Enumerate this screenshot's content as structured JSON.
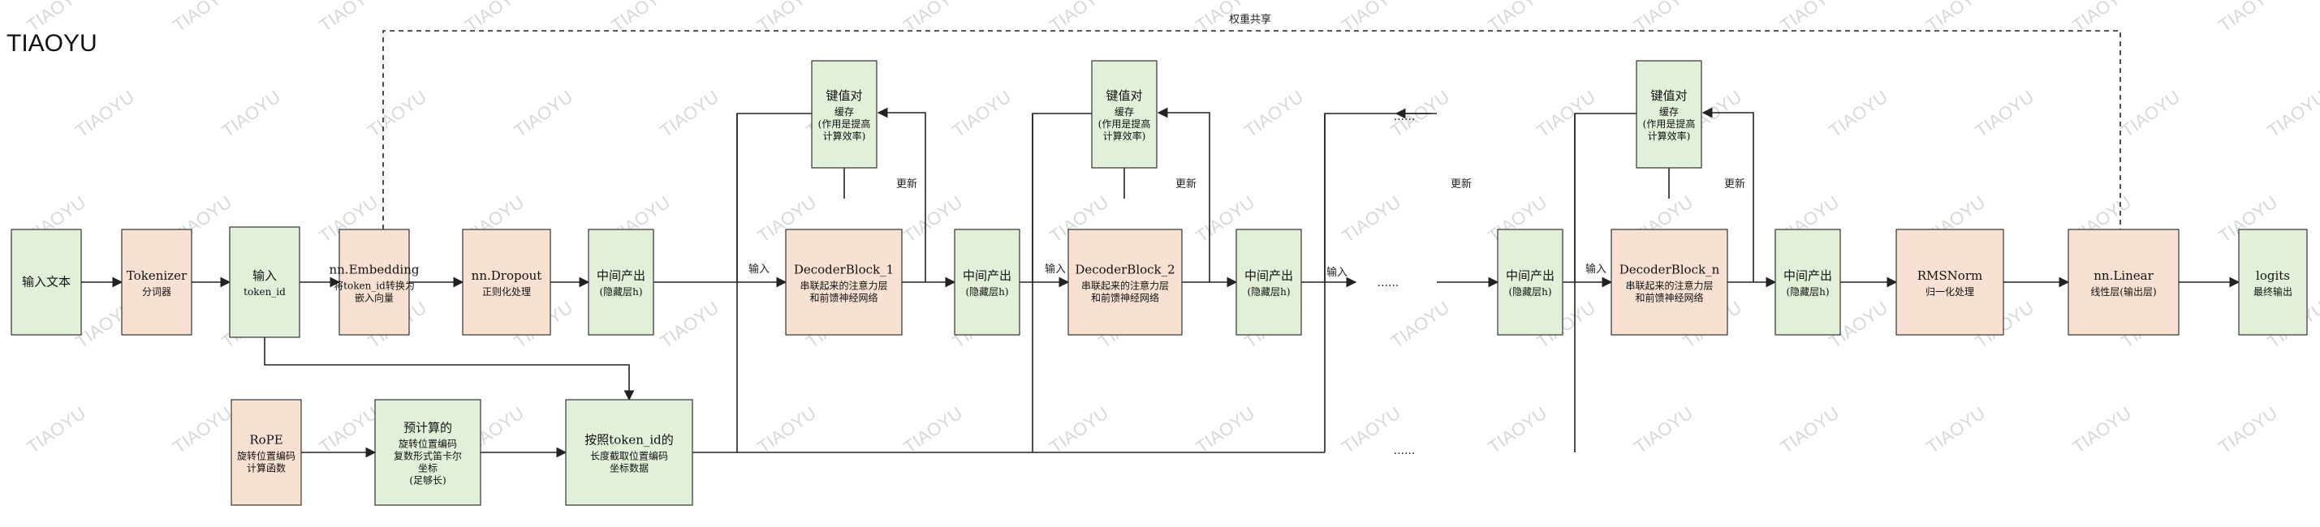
{
  "brand": "TIAOYU",
  "watermark": "TIAOYU",
  "colors": {
    "green_fill": "#E2F0DA",
    "orange_fill": "#F8E1D2",
    "stroke": "#333333",
    "line": "#222222",
    "watermark": "#D8D8D8"
  },
  "nodes": [
    {
      "id": "input_text",
      "fill": "green",
      "lines": [
        "输入文本"
      ]
    },
    {
      "id": "tokenizer",
      "fill": "orange",
      "lines": [
        "Tokenizer",
        "分词器"
      ]
    },
    {
      "id": "input_token",
      "fill": "green",
      "lines": [
        "输入",
        "token_id"
      ]
    },
    {
      "id": "embedding",
      "fill": "orange",
      "lines": [
        "nn.Embedding",
        "将token_id转换为",
        "嵌入向量"
      ]
    },
    {
      "id": "dropout",
      "fill": "orange",
      "lines": [
        "nn.Dropout",
        "正则化处理"
      ]
    },
    {
      "id": "mid0",
      "fill": "green",
      "lines": [
        "中间产出",
        "(隐藏层h)"
      ]
    },
    {
      "id": "kv1",
      "fill": "green",
      "lines": [
        "键值对",
        "缓存",
        "(作用是提高",
        "计算效率)"
      ]
    },
    {
      "id": "decoder1",
      "fill": "orange",
      "lines": [
        "DecoderBlock_1",
        "串联起来的注意力层",
        "和前馈神经网络"
      ]
    },
    {
      "id": "mid1",
      "fill": "green",
      "lines": [
        "中间产出",
        "(隐藏层h)"
      ]
    },
    {
      "id": "kv2",
      "fill": "green",
      "lines": [
        "键值对",
        "缓存",
        "(作用是提高",
        "计算效率)"
      ]
    },
    {
      "id": "decoder2",
      "fill": "orange",
      "lines": [
        "DecoderBlock_2",
        "串联起来的注意力层",
        "和前馈神经网络"
      ]
    },
    {
      "id": "mid2",
      "fill": "green",
      "lines": [
        "中间产出",
        "(隐藏层h)"
      ]
    },
    {
      "id": "mid3",
      "fill": "green",
      "lines": [
        "中间产出",
        "(隐藏层h)"
      ]
    },
    {
      "id": "kvn",
      "fill": "green",
      "lines": [
        "键值对",
        "缓存",
        "(作用是提高",
        "计算效率)"
      ]
    },
    {
      "id": "decodern",
      "fill": "orange",
      "lines": [
        "DecoderBlock_n",
        "串联起来的注意力层",
        "和前馈神经网络"
      ]
    },
    {
      "id": "mid4",
      "fill": "green",
      "lines": [
        "中间产出",
        "(隐藏层h)"
      ]
    },
    {
      "id": "rmsnorm",
      "fill": "orange",
      "lines": [
        "RMSNorm",
        "归一化处理"
      ]
    },
    {
      "id": "linear",
      "fill": "orange",
      "lines": [
        "nn.Linear",
        "线性层(输出层)"
      ]
    },
    {
      "id": "logits",
      "fill": "green",
      "lines": [
        "logits",
        "最终输出"
      ]
    },
    {
      "id": "rope",
      "fill": "orange",
      "lines": [
        "RoPE",
        "旋转位置编码",
        "计算函数"
      ]
    },
    {
      "id": "precomp",
      "fill": "green",
      "lines": [
        "预计算的",
        "旋转位置编码",
        "复数形式笛卡尔",
        "坐标",
        "(足够长)"
      ]
    },
    {
      "id": "slice",
      "fill": "green",
      "lines": [
        "按照token_id的",
        "长度截取位置编码",
        "坐标数据"
      ]
    }
  ],
  "edge_labels": {
    "weight_sharing": "权重共享",
    "input": "输入",
    "update": "更新",
    "ellipsis": "......"
  }
}
